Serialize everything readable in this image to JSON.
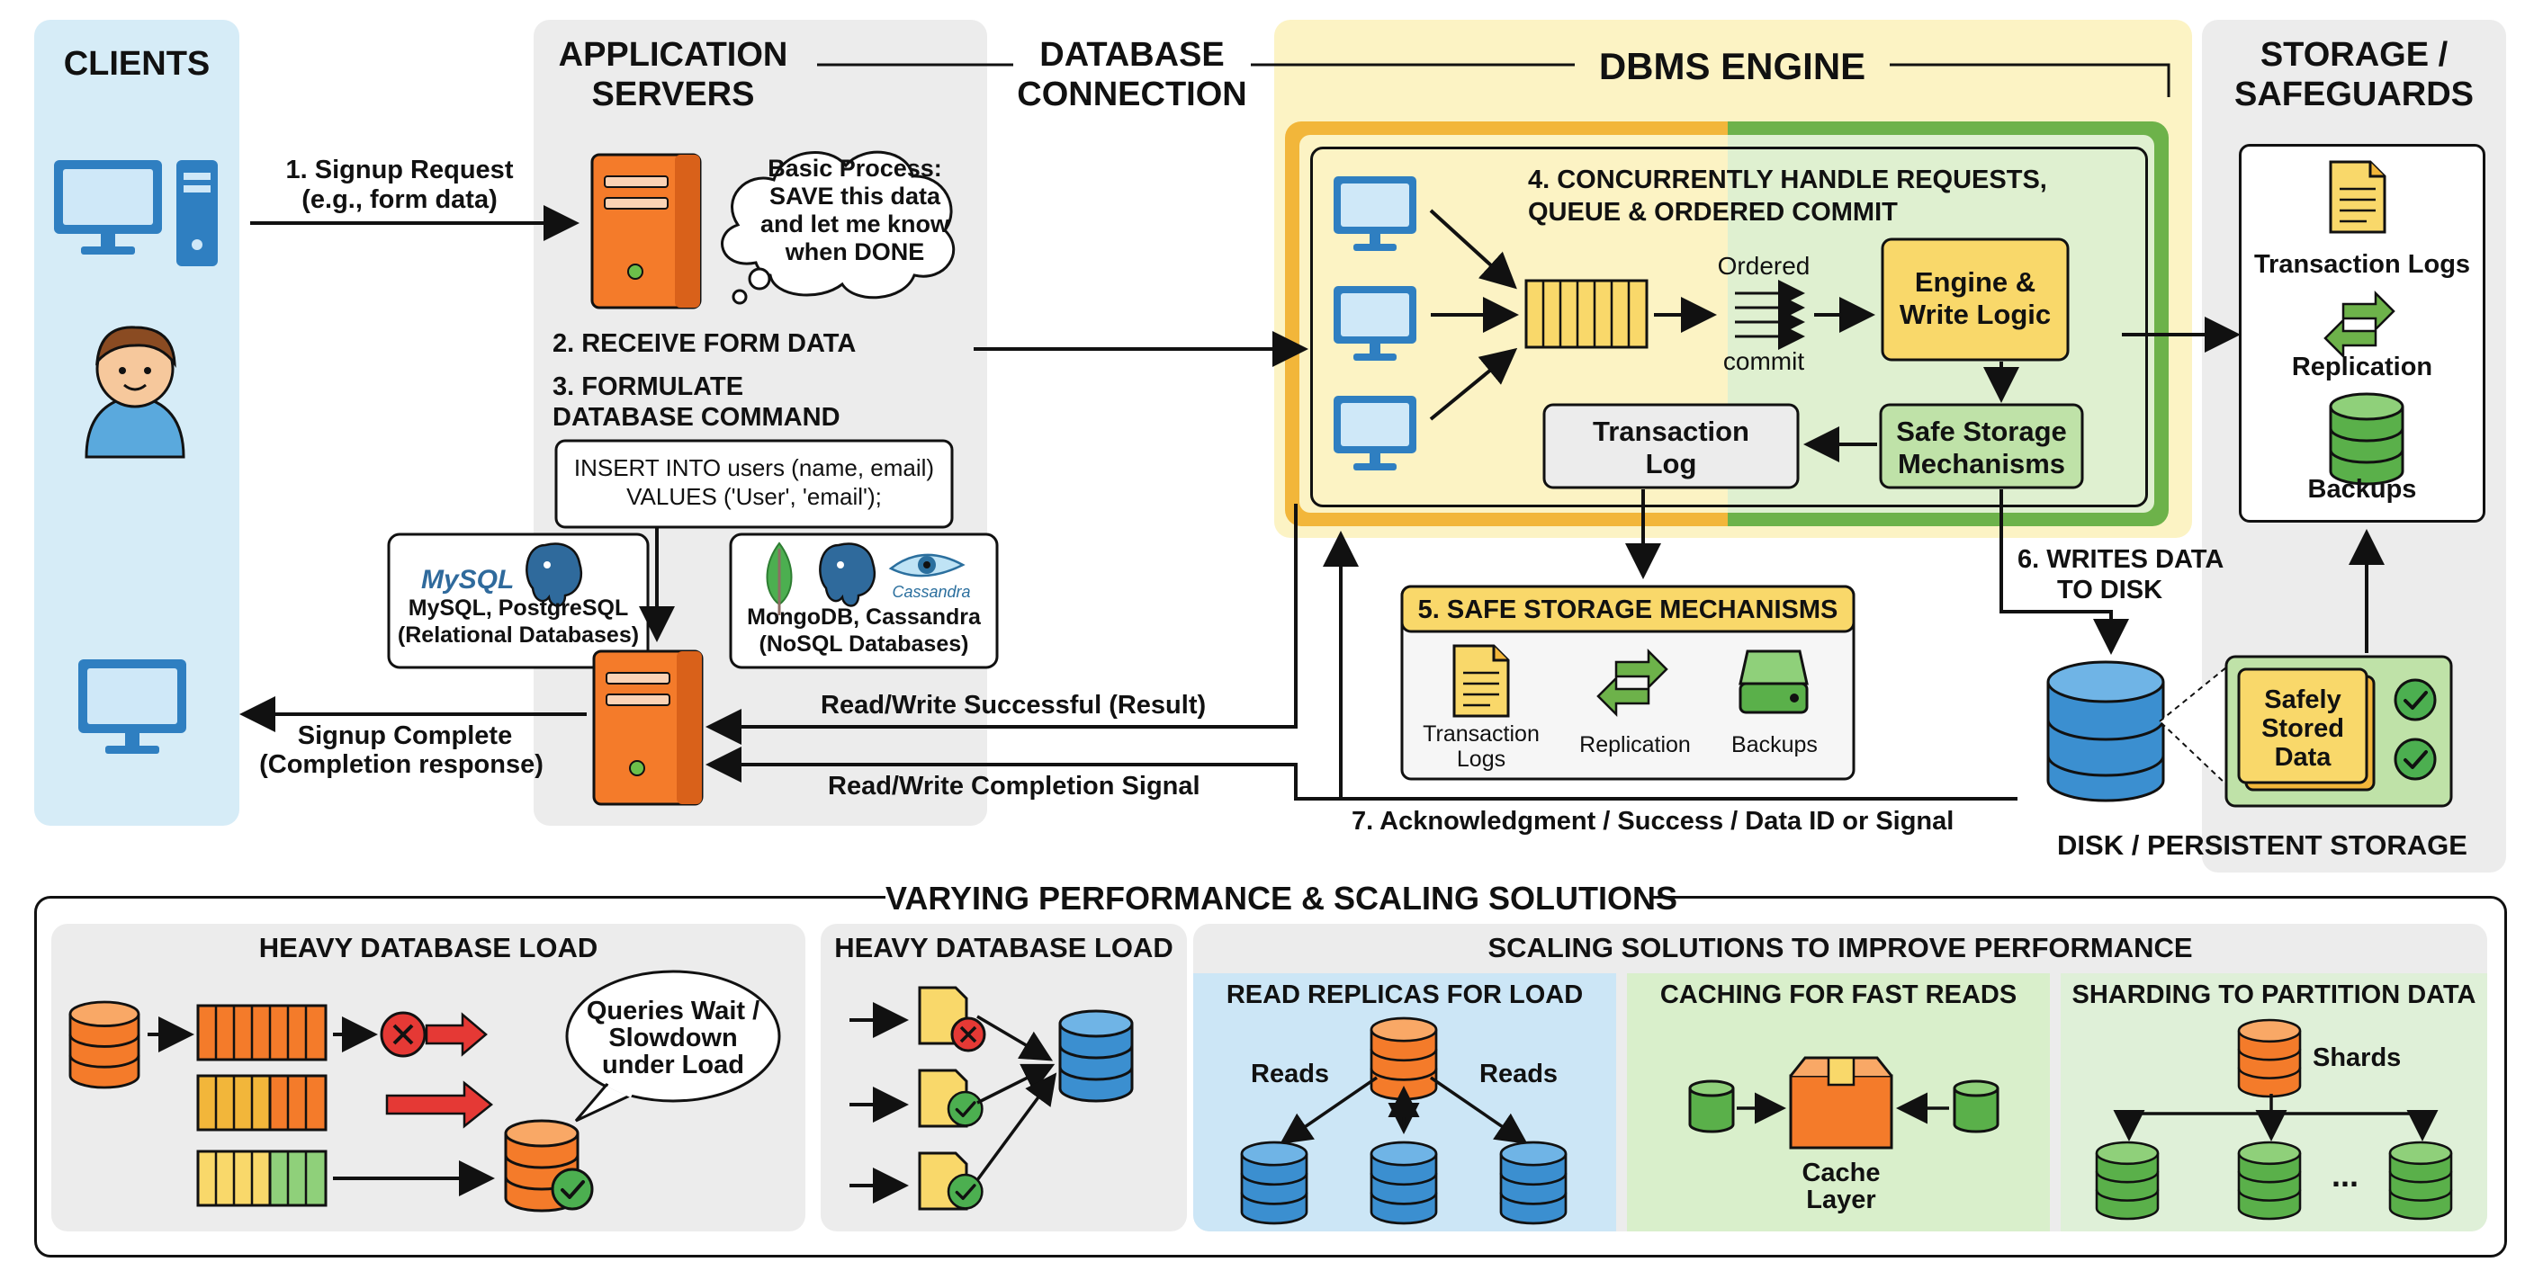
{
  "clients": {
    "title": "CLIENTS",
    "signup_request": "1. Signup Request",
    "signup_request_sub": "(e.g., form data)",
    "signup_complete": "Signup Complete",
    "signup_complete_sub": "(Completion response)"
  },
  "app_servers": {
    "title_line1": "APPLICATION",
    "title_line2": "SERVERS",
    "thought_line1": "Basic Process:",
    "thought_line2": "SAVE this data",
    "thought_line3": "and let me know",
    "thought_line4": "when DONE",
    "step2": "2. RECEIVE FORM DATA",
    "step3_line1": "3. FORMULATE",
    "step3_line2": "DATABASE COMMAND",
    "sql_line1": "INSERT INTO users (name, email)",
    "sql_line2": "VALUES ('User', 'email');",
    "relational_logo1": "MySQL",
    "relational_label": "MySQL, PostgreSQL",
    "relational_sub": "(Relational Databases)",
    "nosql_logo": "Cassandra",
    "nosql_label": "MongoDB, Cassandra",
    "nosql_sub": "(NoSQL Databases)",
    "rw_success": "Read/Write Successful (Result)",
    "rw_completion": "Read/Write Completion Signal"
  },
  "db_connection": {
    "title_line1": "DATABASE",
    "title_line2": "CONNECTION"
  },
  "dbms": {
    "title": "DBMS ENGINE",
    "step4_line1": "4. CONCURRENTLY HANDLE REQUESTS,",
    "step4_line2": "QUEUE & ORDERED COMMIT",
    "ordered": "Ordered",
    "commit": "commit",
    "engine_line1": "Engine &",
    "engine_line2": "Write Logic",
    "txlog_line1": "Transaction",
    "txlog_line2": "Log",
    "safe_line1": "Safe Storage",
    "safe_line2": "Mechanisms",
    "step5": "5. SAFE STORAGE MECHANISMS",
    "s5_tx_line1": "Transaction",
    "s5_tx_line2": "Logs",
    "s5_replication": "Replication",
    "s5_backups": "Backups",
    "step7": "7. Acknowledgment / Success / Data ID or Signal"
  },
  "storage": {
    "title_line1": "STORAGE /",
    "title_line2": "SAFEGUARDS",
    "tx_logs": "Transaction Logs",
    "replication": "Replication",
    "backups": "Backups",
    "step6_line1": "6. WRITES DATA",
    "step6_line2": "TO DISK",
    "safely_line1": "Safely",
    "safely_line2": "Stored",
    "safely_line3": "Data",
    "disk_label": "DISK / PERSISTENT STORAGE"
  },
  "perf": {
    "title": "VARYING PERFORMANCE & SCALING SOLUTIONS",
    "heavy1": "HEAVY DATABASE LOAD",
    "bubble_line1": "Queries Wait /",
    "bubble_line2": "Slowdown",
    "bubble_line3": "under Load",
    "heavy2": "HEAVY DATABASE LOAD",
    "scaling_title": "SCALING SOLUTIONS TO IMPROVE PERFORMANCE",
    "replicas_title": "READ REPLICAS FOR LOAD",
    "reads_left": "Reads",
    "reads_right": "Reads",
    "caching_title": "CACHING FOR FAST READS",
    "cache_line1": "Cache",
    "cache_line2": "Layer",
    "sharding_title": "SHARDING TO PARTITION DATA",
    "shards": "Shards",
    "ellipsis": "..."
  },
  "colors": {
    "client_bg": "#d6ecf7",
    "panel_gray": "#ececec",
    "dbms_yellow": "#fcf3c4",
    "dbms_border_yellow": "#f2b63a",
    "dbms_border_green": "#6db24a",
    "server_orange": "#f47b2a",
    "db_blue": "#3b8fd0",
    "db_green": "#5ab04a",
    "check_green": "#4caf50",
    "error_red": "#e53935",
    "box_yellow": "#f9d86a",
    "box_green": "#bfe2a8",
    "replica_blue": "#cce6f6",
    "cache_green": "#d9efcb",
    "shard_green": "#dff0d8"
  },
  "icons": [
    "monitor-icon",
    "user-avatar-icon",
    "server-icon",
    "thought-bubble-icon",
    "database-icon",
    "queue-icon",
    "document-icon",
    "replication-arrows-icon",
    "disk-drive-icon",
    "check-icon",
    "error-x-icon",
    "cache-box-icon",
    "mysql-logo",
    "postgresql-logo",
    "mongodb-logo",
    "cassandra-logo"
  ]
}
